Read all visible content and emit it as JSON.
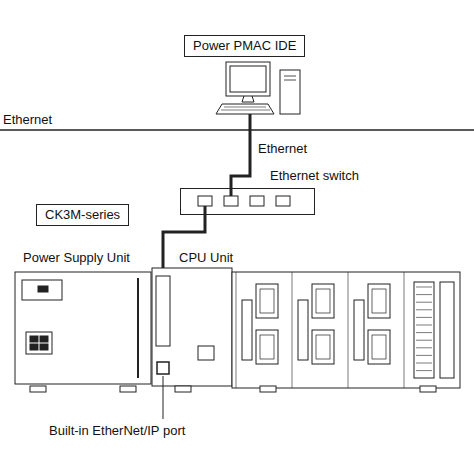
{
  "diagram": {
    "nodes": [
      {
        "text": [
          "Power PMAC IDE"
        ]
      },
      {
        "text": [
          "Ethernet switch"
        ]
      },
      {
        "text": [
          "CK3M-series"
        ]
      }
    ],
    "labels": [
      "Ethernet",
      "Ethernet",
      "Power Supply Unit",
      "CPU Unit",
      "Built-in EtherNet/IP port"
    ]
  }
}
